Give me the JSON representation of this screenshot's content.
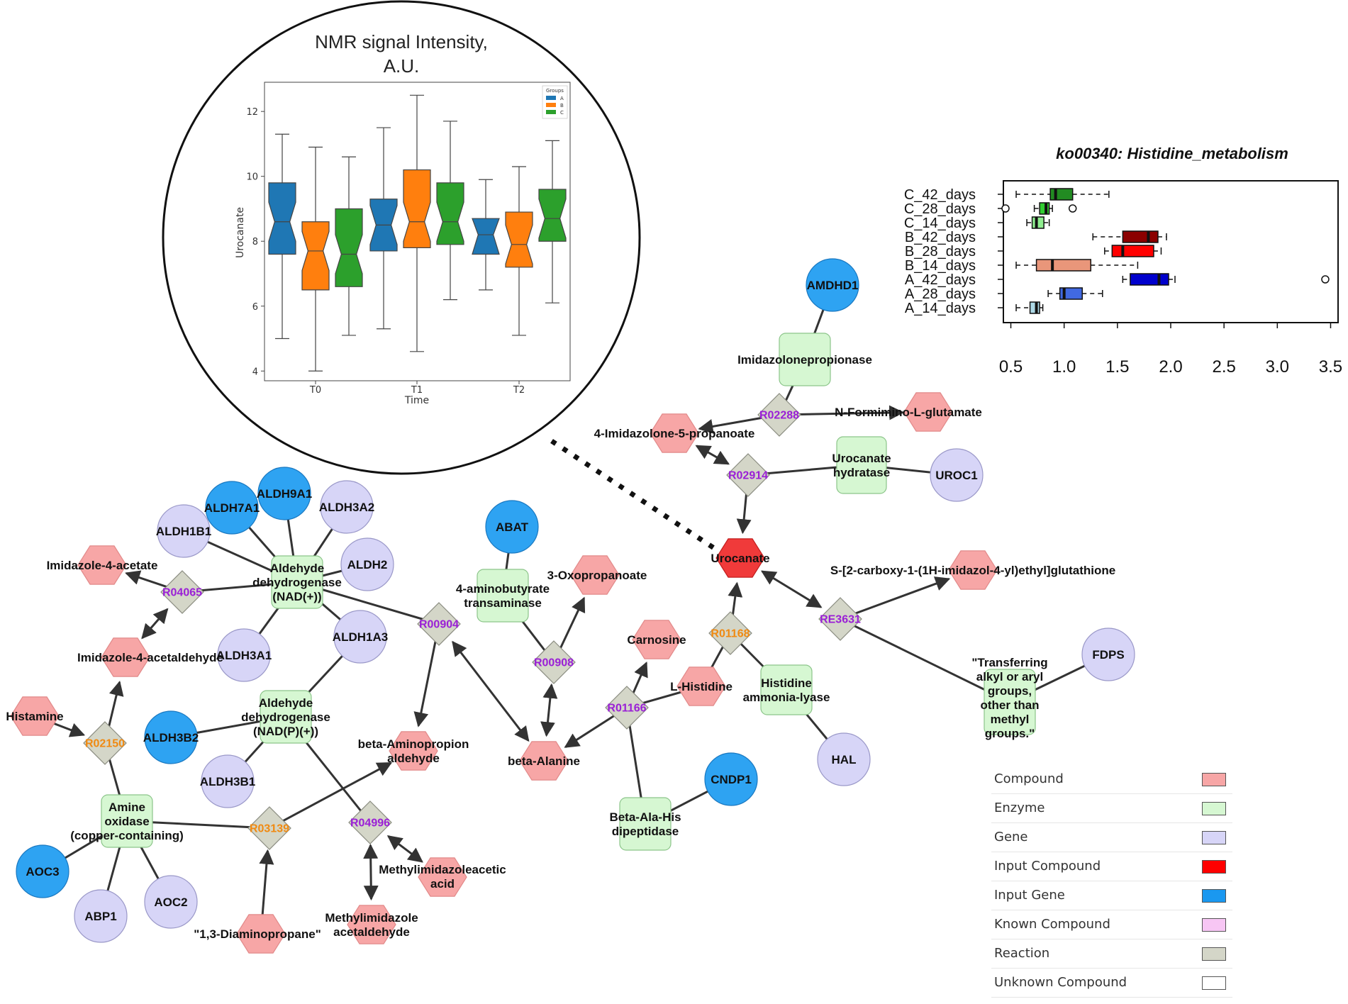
{
  "colors": {
    "compound": "#f7a6a6",
    "input_compound": "#f03a3a",
    "enzyme": "#d6f7d2",
    "gene": "#d7d5f7",
    "input_gene": "#2ea3f2",
    "reaction": "#d4d6c8",
    "reaction_text_purple": "#9a1fd6",
    "reaction_text_orange": "#f08a12",
    "edge": "#333333",
    "series_A": "#1f77b4",
    "series_B": "#ff7f0e",
    "series_C": "#2ca02c"
  },
  "nmr_chart": {
    "title_line1": "NMR signal Intensity,",
    "title_line2": "A.U.",
    "chart_data": {
      "type": "box",
      "title": "",
      "xlabel": "Time",
      "ylabel": "Urocanate",
      "categories": [
        "T0",
        "T1",
        "T2"
      ],
      "yticks": [
        "4",
        "6",
        "8",
        "10",
        "12"
      ],
      "ylim": [
        3.7,
        12.9
      ],
      "legend_title": "Groups",
      "legend_position": "top-right",
      "series": [
        {
          "name": "A",
          "color": "#1f77b4",
          "boxes": [
            {
              "min": 5.0,
              "q1": 7.6,
              "median": 8.6,
              "q3": 9.8,
              "max": 11.3
            },
            {
              "min": 5.3,
              "q1": 7.7,
              "median": 8.5,
              "q3": 9.3,
              "max": 11.5
            },
            {
              "min": 6.5,
              "q1": 7.6,
              "median": 8.2,
              "q3": 8.7,
              "max": 9.9
            }
          ]
        },
        {
          "name": "B",
          "color": "#ff7f0e",
          "boxes": [
            {
              "min": 4.0,
              "q1": 6.5,
              "median": 7.7,
              "q3": 8.6,
              "max": 10.9
            },
            {
              "min": 4.6,
              "q1": 7.8,
              "median": 8.6,
              "q3": 10.2,
              "max": 12.5
            },
            {
              "min": 5.1,
              "q1": 7.2,
              "median": 7.9,
              "q3": 8.9,
              "max": 10.3
            }
          ]
        },
        {
          "name": "C",
          "color": "#2ca02c",
          "boxes": [
            {
              "min": 5.1,
              "q1": 6.6,
              "median": 7.6,
              "q3": 9.0,
              "max": 10.6
            },
            {
              "min": 6.2,
              "q1": 7.9,
              "median": 8.6,
              "q3": 9.8,
              "max": 11.7
            },
            {
              "min": 6.1,
              "q1": 8.0,
              "median": 8.7,
              "q3": 9.6,
              "max": 11.1
            }
          ]
        }
      ]
    }
  },
  "ko_chart": {
    "chart_data": {
      "type": "box",
      "orientation": "horizontal",
      "title": "ko00340: Histidine_metabolism",
      "xticks": [
        "0.5",
        "1.0",
        "1.5",
        "2.0",
        "2.5",
        "3.0",
        "3.5"
      ],
      "xlim": [
        0.43,
        3.57
      ],
      "rows": [
        {
          "label": "C_42_days",
          "color": "#228b22",
          "min": 0.55,
          "q1": 0.87,
          "median": 0.92,
          "q3": 1.08,
          "max": 1.42,
          "outliers": []
        },
        {
          "label": "C_28_days",
          "color": "#32cd32",
          "min": 0.72,
          "q1": 0.77,
          "median": 0.83,
          "q3": 0.86,
          "max": 0.89,
          "outliers": [
            0.45,
            1.08
          ]
        },
        {
          "label": "C_14_days",
          "color": "#90ee90",
          "min": 0.65,
          "q1": 0.7,
          "median": 0.74,
          "q3": 0.81,
          "max": 0.86,
          "outliers": []
        },
        {
          "label": "B_42_days",
          "color": "#8b0000",
          "min": 1.27,
          "q1": 1.55,
          "median": 1.79,
          "q3": 1.88,
          "max": 1.96,
          "outliers": []
        },
        {
          "label": "B_28_days",
          "color": "#ff0000",
          "min": 1.38,
          "q1": 1.45,
          "median": 1.55,
          "q3": 1.84,
          "max": 1.91,
          "outliers": []
        },
        {
          "label": "B_14_days",
          "color": "#e9967a",
          "min": 0.55,
          "q1": 0.74,
          "median": 0.89,
          "q3": 1.25,
          "max": 1.69,
          "outliers": []
        },
        {
          "label": "A_42_days",
          "color": "#0000cd",
          "min": 1.55,
          "q1": 1.62,
          "median": 1.89,
          "q3": 1.98,
          "max": 2.04,
          "outliers": [
            3.45
          ]
        },
        {
          "label": "A_28_days",
          "color": "#4169e1",
          "min": 0.85,
          "q1": 0.96,
          "median": 1.0,
          "q3": 1.17,
          "max": 1.36,
          "outliers": []
        },
        {
          "label": "A_14_days",
          "color": "#add8e6",
          "min": 0.55,
          "q1": 0.68,
          "median": 0.74,
          "q3": 0.77,
          "max": 0.8,
          "outliers": []
        }
      ]
    }
  },
  "network": {
    "nodes": [
      {
        "id": "AMDHD1",
        "type": "input_gene",
        "label": "AMDHD1"
      },
      {
        "id": "imidazolonepropionase",
        "type": "enzyme",
        "label": "Imidazolonepropionase"
      },
      {
        "id": "R02288",
        "type": "reaction",
        "label": "R02288",
        "label_color": "purple"
      },
      {
        "id": "nformimino",
        "type": "compound",
        "label": "N-Formimino-L-glutamate"
      },
      {
        "id": "imidazolone5",
        "type": "compound",
        "label": "4-Imidazolone-5-propanoate"
      },
      {
        "id": "R02914",
        "type": "reaction",
        "label": "R02914",
        "label_color": "purple"
      },
      {
        "id": "urocanate_hydratase",
        "type": "enzyme",
        "label": "Urocanate\nhydratase"
      },
      {
        "id": "UROC1",
        "type": "gene",
        "label": "UROC1"
      },
      {
        "id": "urocanate",
        "type": "input_compound",
        "label": "Urocanate"
      },
      {
        "id": "s2carboxy",
        "type": "compound",
        "label": "S-[2-carboxy-1-(1H-imidazol-4-yl)ethyl]glutathione"
      },
      {
        "id": "RE3631",
        "type": "reaction",
        "label": "RE3631",
        "label_color": "purple"
      },
      {
        "id": "transferring",
        "type": "enzyme",
        "label": "\"Transferring\nalkyl or aryl\ngroups,\nother than\nmethyl\ngroups.\""
      },
      {
        "id": "FDPS",
        "type": "gene",
        "label": "FDPS"
      },
      {
        "id": "R01168",
        "type": "reaction",
        "label": "R01168",
        "label_color": "orange"
      },
      {
        "id": "histidine_al",
        "type": "enzyme",
        "label": "Histidine\nammonia-lyase"
      },
      {
        "id": "HAL",
        "type": "gene",
        "label": "HAL"
      },
      {
        "id": "lhistidine",
        "type": "compound",
        "label": "L-Histidine"
      },
      {
        "id": "carnosine",
        "type": "compound",
        "label": "Carnosine"
      },
      {
        "id": "R01166",
        "type": "reaction",
        "label": "R01166",
        "label_color": "purple"
      },
      {
        "id": "betaalahis",
        "type": "enzyme",
        "label": "Beta-Ala-His\ndipeptidase"
      },
      {
        "id": "CNDP1",
        "type": "input_gene",
        "label": "CNDP1"
      },
      {
        "id": "betaalanine",
        "type": "compound",
        "label": "beta-Alanine"
      },
      {
        "id": "R00908",
        "type": "reaction",
        "label": "R00908",
        "label_color": "purple"
      },
      {
        "id": "oxopropanoate",
        "type": "compound",
        "label": "3-Oxopropanoate"
      },
      {
        "id": "aminobutyrate",
        "type": "enzyme",
        "label": "4-aminobutyrate\ntransaminase"
      },
      {
        "id": "ABAT",
        "type": "input_gene",
        "label": "ABAT"
      },
      {
        "id": "R00904",
        "type": "reaction",
        "label": "R00904",
        "label_color": "purple"
      },
      {
        "id": "betaaminopropion",
        "type": "compound",
        "label": "beta-Aminopropion\naldehyde"
      },
      {
        "id": "ald_nad",
        "type": "enzyme",
        "label": "Aldehyde\ndehydrogenase\n(NAD(+))"
      },
      {
        "id": "ALDH7A1",
        "type": "input_gene",
        "label": "ALDH7A1"
      },
      {
        "id": "ALDH9A1",
        "type": "input_gene",
        "label": "ALDH9A1"
      },
      {
        "id": "ALDH1B1",
        "type": "gene",
        "label": "ALDH1B1"
      },
      {
        "id": "ALDH3A2",
        "type": "gene",
        "label": "ALDH3A2"
      },
      {
        "id": "ALDH2",
        "type": "gene",
        "label": "ALDH2"
      },
      {
        "id": "ALDH1A3",
        "type": "gene",
        "label": "ALDH1A3"
      },
      {
        "id": "ALDH3A1",
        "type": "gene",
        "label": "ALDH3A1"
      },
      {
        "id": "imidazole4acetate",
        "type": "compound",
        "label": "Imidazole-4-acetate"
      },
      {
        "id": "R04065",
        "type": "reaction",
        "label": "R04065",
        "label_color": "purple"
      },
      {
        "id": "imidazole4acetaldehyde",
        "type": "compound",
        "label": "Imidazole-4-acetaldehyde"
      },
      {
        "id": "ald_nadp",
        "type": "enzyme",
        "label": "Aldehyde\ndehydrogenase\n(NAD(P)(+))"
      },
      {
        "id": "ALDH3B2",
        "type": "input_gene",
        "label": "ALDH3B2"
      },
      {
        "id": "ALDH3B1",
        "type": "gene",
        "label": "ALDH3B1"
      },
      {
        "id": "histamine",
        "type": "compound",
        "label": "Histamine"
      },
      {
        "id": "R02150",
        "type": "reaction",
        "label": "R02150",
        "label_color": "orange"
      },
      {
        "id": "amine_oxidase",
        "type": "enzyme",
        "label": "Amine\noxidase\n(copper-containing)"
      },
      {
        "id": "AOC3",
        "type": "input_gene",
        "label": "AOC3"
      },
      {
        "id": "ABP1",
        "type": "gene",
        "label": "ABP1"
      },
      {
        "id": "AOC2",
        "type": "gene",
        "label": "AOC2"
      },
      {
        "id": "R03139",
        "type": "reaction",
        "label": "R03139",
        "label_color": "orange"
      },
      {
        "id": "diaminopropane",
        "type": "compound",
        "label": "\"1,3-Diaminopropane\""
      },
      {
        "id": "R04996",
        "type": "reaction",
        "label": "R04996",
        "label_color": "purple"
      },
      {
        "id": "methylimidazoleacetic",
        "type": "compound",
        "label": "Methylimidazoleacetic\nacid"
      },
      {
        "id": "methylimidazoleacetaldehyde",
        "type": "compound",
        "label": "Methylimidazole\nacetaldehyde"
      }
    ]
  },
  "legend": {
    "items": [
      {
        "label": "Compound",
        "color": "#f7a6a6"
      },
      {
        "label": "Enzyme",
        "color": "#d6f7d2"
      },
      {
        "label": "Gene",
        "color": "#d7d5f7"
      },
      {
        "label": "Input Compound",
        "color": "#ff0000"
      },
      {
        "label": "Input Gene",
        "color": "#1a98f0"
      },
      {
        "label": "Known Compound",
        "color": "#f7c6f4"
      },
      {
        "label": "Reaction",
        "color": "#d4d6c8"
      },
      {
        "label": "Unknown Compound",
        "color": "#ffffff"
      }
    ]
  }
}
